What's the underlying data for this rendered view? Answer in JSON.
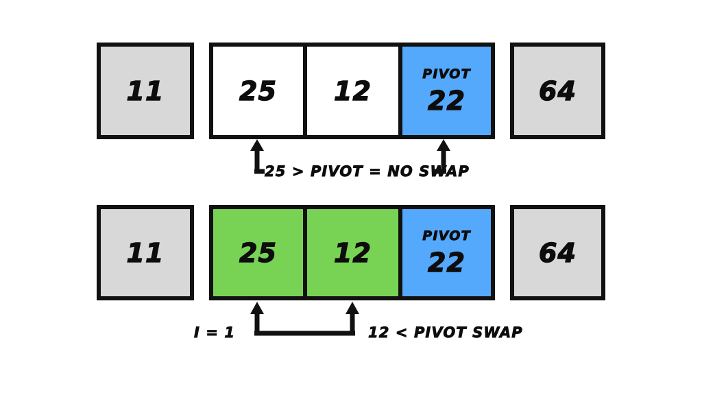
{
  "diagram": {
    "title_visible": false,
    "colors": {
      "outside_cell": "#d8d8d8",
      "active_cell": "#ffffff",
      "swapped_cell": "#78d355",
      "pivot_cell": "#55a9fc",
      "border": "#111111",
      "text": "#0d0d0d",
      "background": "#ffffff"
    },
    "rows": [
      {
        "id": "row-1",
        "cells": [
          {
            "value": "11",
            "fill": "#d8d8d8",
            "tag": "",
            "state": "outside"
          },
          {
            "value": "25",
            "fill": "#ffffff",
            "tag": "",
            "state": "compared"
          },
          {
            "value": "12",
            "fill": "#ffffff",
            "tag": "",
            "state": "compared"
          },
          {
            "value": "22",
            "fill": "#55a9fc",
            "tag": "PIVOT",
            "state": "pivot"
          },
          {
            "value": "64",
            "fill": "#d8d8d8",
            "tag": "",
            "state": "outside"
          }
        ],
        "annotation": {
          "label": "25 > PIVOT = NO SWAP",
          "style": "bracket-with-inline-label",
          "arrows": [
            "up-at-cell-25",
            "up-at-cell-pivot"
          ]
        }
      },
      {
        "id": "row-2",
        "cells": [
          {
            "value": "11",
            "fill": "#d8d8d8",
            "tag": "",
            "state": "outside"
          },
          {
            "value": "25",
            "fill": "#78d355",
            "tag": "",
            "state": "swapped"
          },
          {
            "value": "12",
            "fill": "#78d355",
            "tag": "",
            "state": "swapped"
          },
          {
            "value": "22",
            "fill": "#55a9fc",
            "tag": "PIVOT",
            "state": "pivot"
          },
          {
            "value": "64",
            "fill": "#d8d8d8",
            "tag": "",
            "state": "outside"
          }
        ],
        "annotation": {
          "index_label": "I = 1",
          "label": "12 < PIVOT SWAP",
          "style": "bracket-below-with-side-label",
          "arrows": [
            "up-at-cell-25",
            "up-at-cell-12"
          ]
        }
      }
    ]
  }
}
